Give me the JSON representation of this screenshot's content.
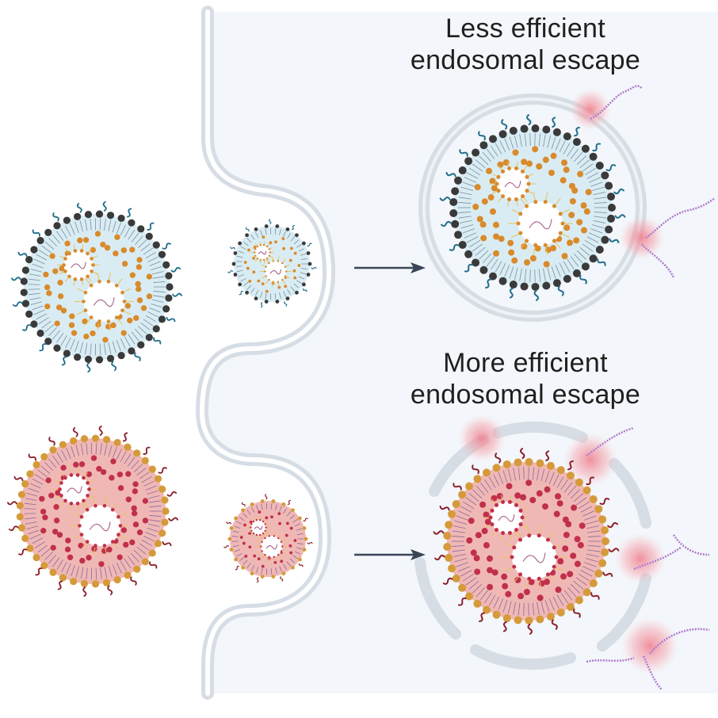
{
  "labels": {
    "top": {
      "line1": "Less efficient",
      "line2": "endosomal escape"
    },
    "bottom": {
      "line1": "More efficient",
      "line2": "endosomal escape"
    }
  },
  "colors": {
    "background": "#f3f6fa",
    "membrane": "#d6dde5",
    "blue_core": "#d9ecf3",
    "blue_shell": "#3a3a3a",
    "blue_peg": "#1f6f8b",
    "pink_core": "#f0b8b5",
    "pink_shell": "#d59a3a",
    "pink_peg": "#8b1f2a",
    "lipid_head": "#d98a2b",
    "lipid_head_pink": "#c0304a",
    "lipid_tail": "#e8c25a",
    "arrow": "#3a4556",
    "escape_glow": "#f2a0a8",
    "rna": "#b07ad0"
  }
}
